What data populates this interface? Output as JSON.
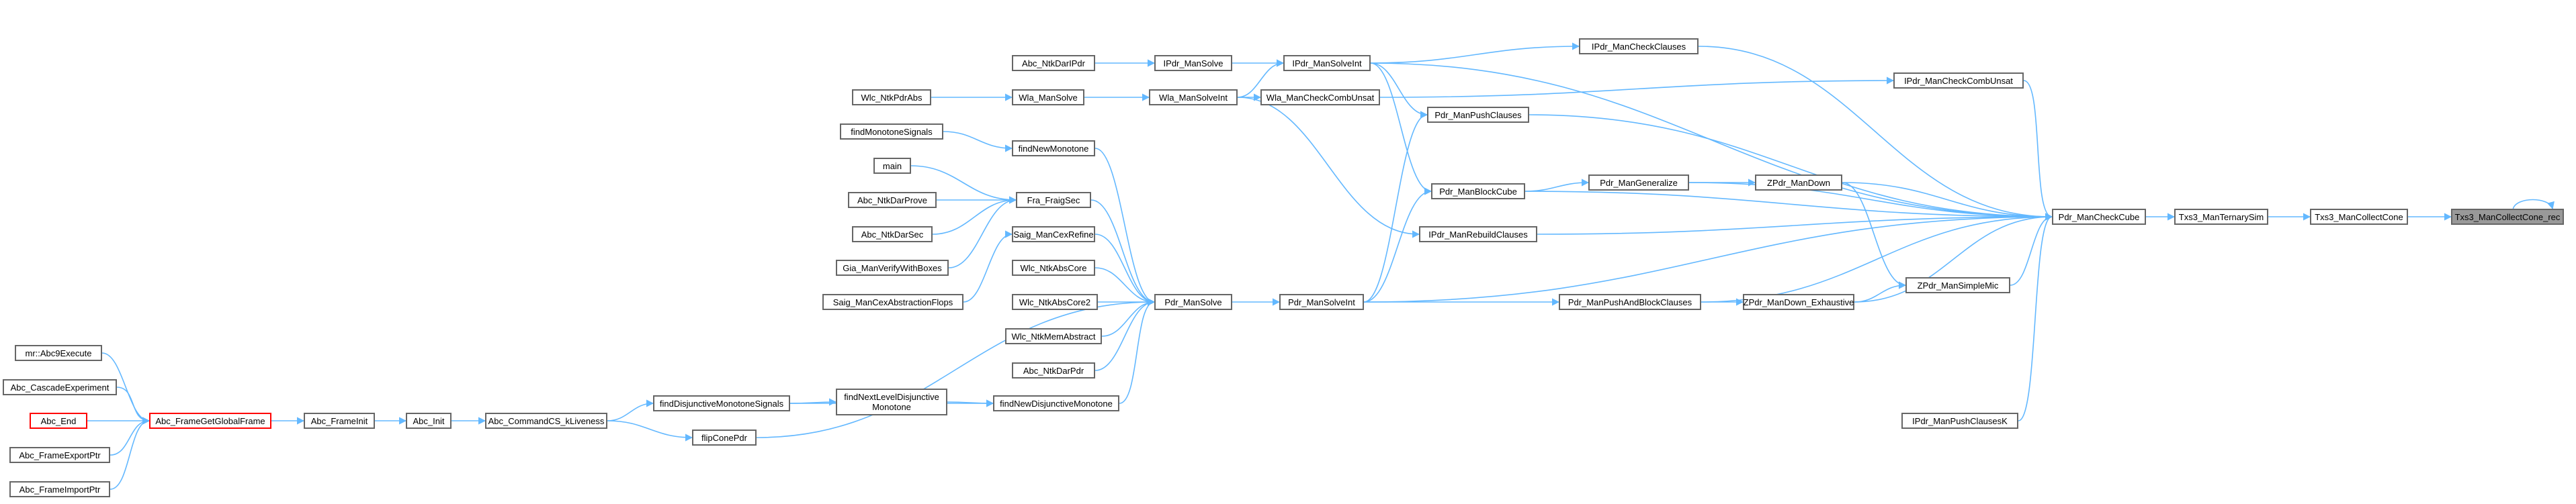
{
  "colors": {
    "edge": "#63b8ff",
    "node_border": "#666666",
    "highlight_border": "#ff0000",
    "root_fill": "#999999"
  },
  "graph": {
    "nodes": {
      "root": "Txs3_ManCollectCone_rec",
      "collect": "Txs3_ManCollectCone",
      "ternary": "Txs3_ManTernarySim",
      "checkcube": "Pdr_ManCheckCube",
      "pushk": "IPdr_ManPushClausesK",
      "checkclauses": "IPdr_ManCheckClauses",
      "combunsat": "IPdr_ManCheckCombUnsat",
      "simplemic": "ZPdr_ManSimpleMic",
      "zdown": "ZPdr_ManDown",
      "zdownex": "ZPdr_ManDown_Exhaustive",
      "generalize": "Pdr_ManGeneralize",
      "pushblock": "Pdr_ManPushAndBlockClauses",
      "blockcube": "Pdr_ManBlockCube",
      "rebuild": "IPdr_ManRebuildClauses",
      "pushclauses": "Pdr_ManPushClauses",
      "solveint": "Pdr_ManSolveInt",
      "ipdrsolveint": "IPdr_ManSolveInt",
      "wlacomb": "Wla_ManCheckCombUnsat",
      "wlasolveint": "Wla_ManSolveInt",
      "ipdrsolve": "IPdr_ManSolve",
      "wlasolve": "Wla_ManSolve",
      "darlpdr": "Abc_NtkDarIPdr",
      "wlcpdrabs": "Wlc_NtkPdrAbs",
      "pdrsolve": "Pdr_ManSolve",
      "findmono": "findNewMonotone",
      "findmonosig": "findMonotoneSignals",
      "main": "main",
      "fraig": "Fra_FraigSec",
      "darprove": "Abc_NtkDarProve",
      "darsec": "Abc_NtkDarSec",
      "verifyboxes": "Gia_ManVerifyWithBoxes",
      "cexrefine": "Saig_ManCexRefine",
      "cexflops": "Saig_ManCexAbstractionFlops",
      "abscore": "Wlc_NtkAbsCore",
      "abscore2": "Wlc_NtkAbsCore2",
      "memabs": "Wlc_NtkMemAbstract",
      "darpdr": "Abc_NtkDarPdr",
      "newdisj": "findNewDisjunctiveMonotone",
      "nextlevel": "findNextLevelDisjunctive\nMonotone",
      "disjsig": "findDisjunctiveMonotoneSignals",
      "flipcone": "flipConePdr",
      "kliveness": "Abc_CommandCS_kLiveness",
      "abcinit": "Abc_Init",
      "frameinit": "Abc_FrameInit",
      "getframe": "Abc_FrameGetGlobalFrame",
      "abc9": "mr::Abc9Execute",
      "cascade": "Abc_CascadeExperiment",
      "abcend": "Abc_End",
      "exportptr": "Abc_FrameExportPtr",
      "importptr": "Abc_FrameImportPtr"
    },
    "edges": [
      [
        "root",
        "root"
      ],
      [
        "collect",
        "root"
      ],
      [
        "ternary",
        "collect"
      ],
      [
        "checkcube",
        "ternary"
      ],
      [
        "pushk",
        "checkcube"
      ],
      [
        "checkclauses",
        "checkcube"
      ],
      [
        "combunsat",
        "checkcube"
      ],
      [
        "simplemic",
        "checkcube"
      ],
      [
        "zdown",
        "checkcube"
      ],
      [
        "zdownex",
        "checkcube"
      ],
      [
        "generalize",
        "checkcube"
      ],
      [
        "pushblock",
        "checkcube"
      ],
      [
        "blockcube",
        "checkcube"
      ],
      [
        "rebuild",
        "checkcube"
      ],
      [
        "pushclauses",
        "checkcube"
      ],
      [
        "solveint",
        "checkcube"
      ],
      [
        "ipdrsolveint",
        "checkcube"
      ],
      [
        "zdown",
        "simplemic"
      ],
      [
        "zdownex",
        "simplemic"
      ],
      [
        "generalize",
        "zdown"
      ],
      [
        "pushblock",
        "zdownex"
      ],
      [
        "blockcube",
        "generalize"
      ],
      [
        "solveint",
        "pushblock"
      ],
      [
        "solveint",
        "blockcube"
      ],
      [
        "solveint",
        "pushclauses"
      ],
      [
        "ipdrsolveint",
        "checkclauses"
      ],
      [
        "ipdrsolveint",
        "pushclauses"
      ],
      [
        "ipdrsolveint",
        "blockcube"
      ],
      [
        "wlacomb",
        "combunsat"
      ],
      [
        "wlasolveint",
        "ipdrsolveint"
      ],
      [
        "wlasolveint",
        "wlacomb"
      ],
      [
        "wlasolveint",
        "rebuild"
      ],
      [
        "ipdrsolve",
        "ipdrsolveint"
      ],
      [
        "wlasolve",
        "wlasolveint"
      ],
      [
        "darlpdr",
        "ipdrsolve"
      ],
      [
        "wlcpdrabs",
        "wlasolve"
      ],
      [
        "pdrsolve",
        "solveint"
      ],
      [
        "findmono",
        "pdrsolve"
      ],
      [
        "fraig",
        "pdrsolve"
      ],
      [
        "cexrefine",
        "pdrsolve"
      ],
      [
        "abscore",
        "pdrsolve"
      ],
      [
        "abscore2",
        "pdrsolve"
      ],
      [
        "memabs",
        "pdrsolve"
      ],
      [
        "darpdr",
        "pdrsolve"
      ],
      [
        "newdisj",
        "pdrsolve"
      ],
      [
        "flipcone",
        "pdrsolve"
      ],
      [
        "findmonosig",
        "findmono"
      ],
      [
        "main",
        "fraig"
      ],
      [
        "darprove",
        "fraig"
      ],
      [
        "darsec",
        "fraig"
      ],
      [
        "verifyboxes",
        "fraig"
      ],
      [
        "cexflops",
        "cexrefine"
      ],
      [
        "nextlevel",
        "newdisj"
      ],
      [
        "disjsig",
        "newdisj"
      ],
      [
        "disjsig",
        "nextlevel"
      ],
      [
        "kliveness",
        "disjsig"
      ],
      [
        "kliveness",
        "flipcone"
      ],
      [
        "abcinit",
        "kliveness"
      ],
      [
        "frameinit",
        "abcinit"
      ],
      [
        "getframe",
        "frameinit"
      ],
      [
        "abc9",
        "getframe"
      ],
      [
        "cascade",
        "getframe"
      ],
      [
        "abcend",
        "getframe"
      ],
      [
        "exportptr",
        "getframe"
      ],
      [
        "importptr",
        "getframe"
      ]
    ]
  }
}
